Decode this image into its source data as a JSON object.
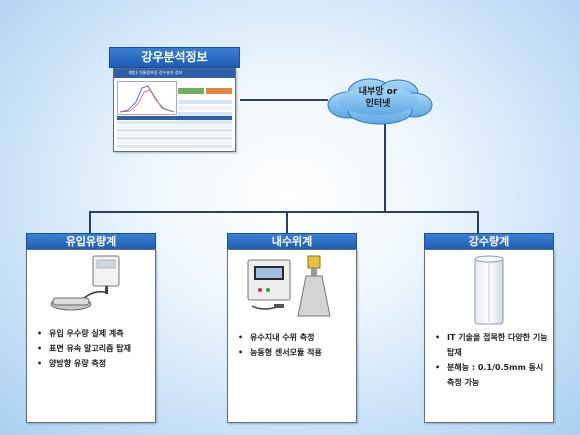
{
  "top_box": {
    "title": "강우분석정보",
    "screen_title": "개봉1 빗물펌프장 강우분석 정보"
  },
  "cloud": {
    "line1": "내부망 or",
    "line2": "인터넷"
  },
  "panels": [
    {
      "title": "유입유량계",
      "bullets": [
        "유입 우수량 실제 계측",
        "표면 유속 알고리즘 탑재",
        "양방향 유량 측정"
      ]
    },
    {
      "title": "내수위계",
      "bullets": [
        "유수지내 수위 측정",
        "능동형 센서모듈 적용"
      ]
    },
    {
      "title": "강수량계",
      "bullets": [
        "IT 기술을 접목한 다양한 기능 탑재",
        "분해능 : 0.1/0.5mm 동시측정 가능"
      ]
    }
  ],
  "colors": {
    "header_blue": "#2a6cc4",
    "line": "#2a3f66"
  }
}
